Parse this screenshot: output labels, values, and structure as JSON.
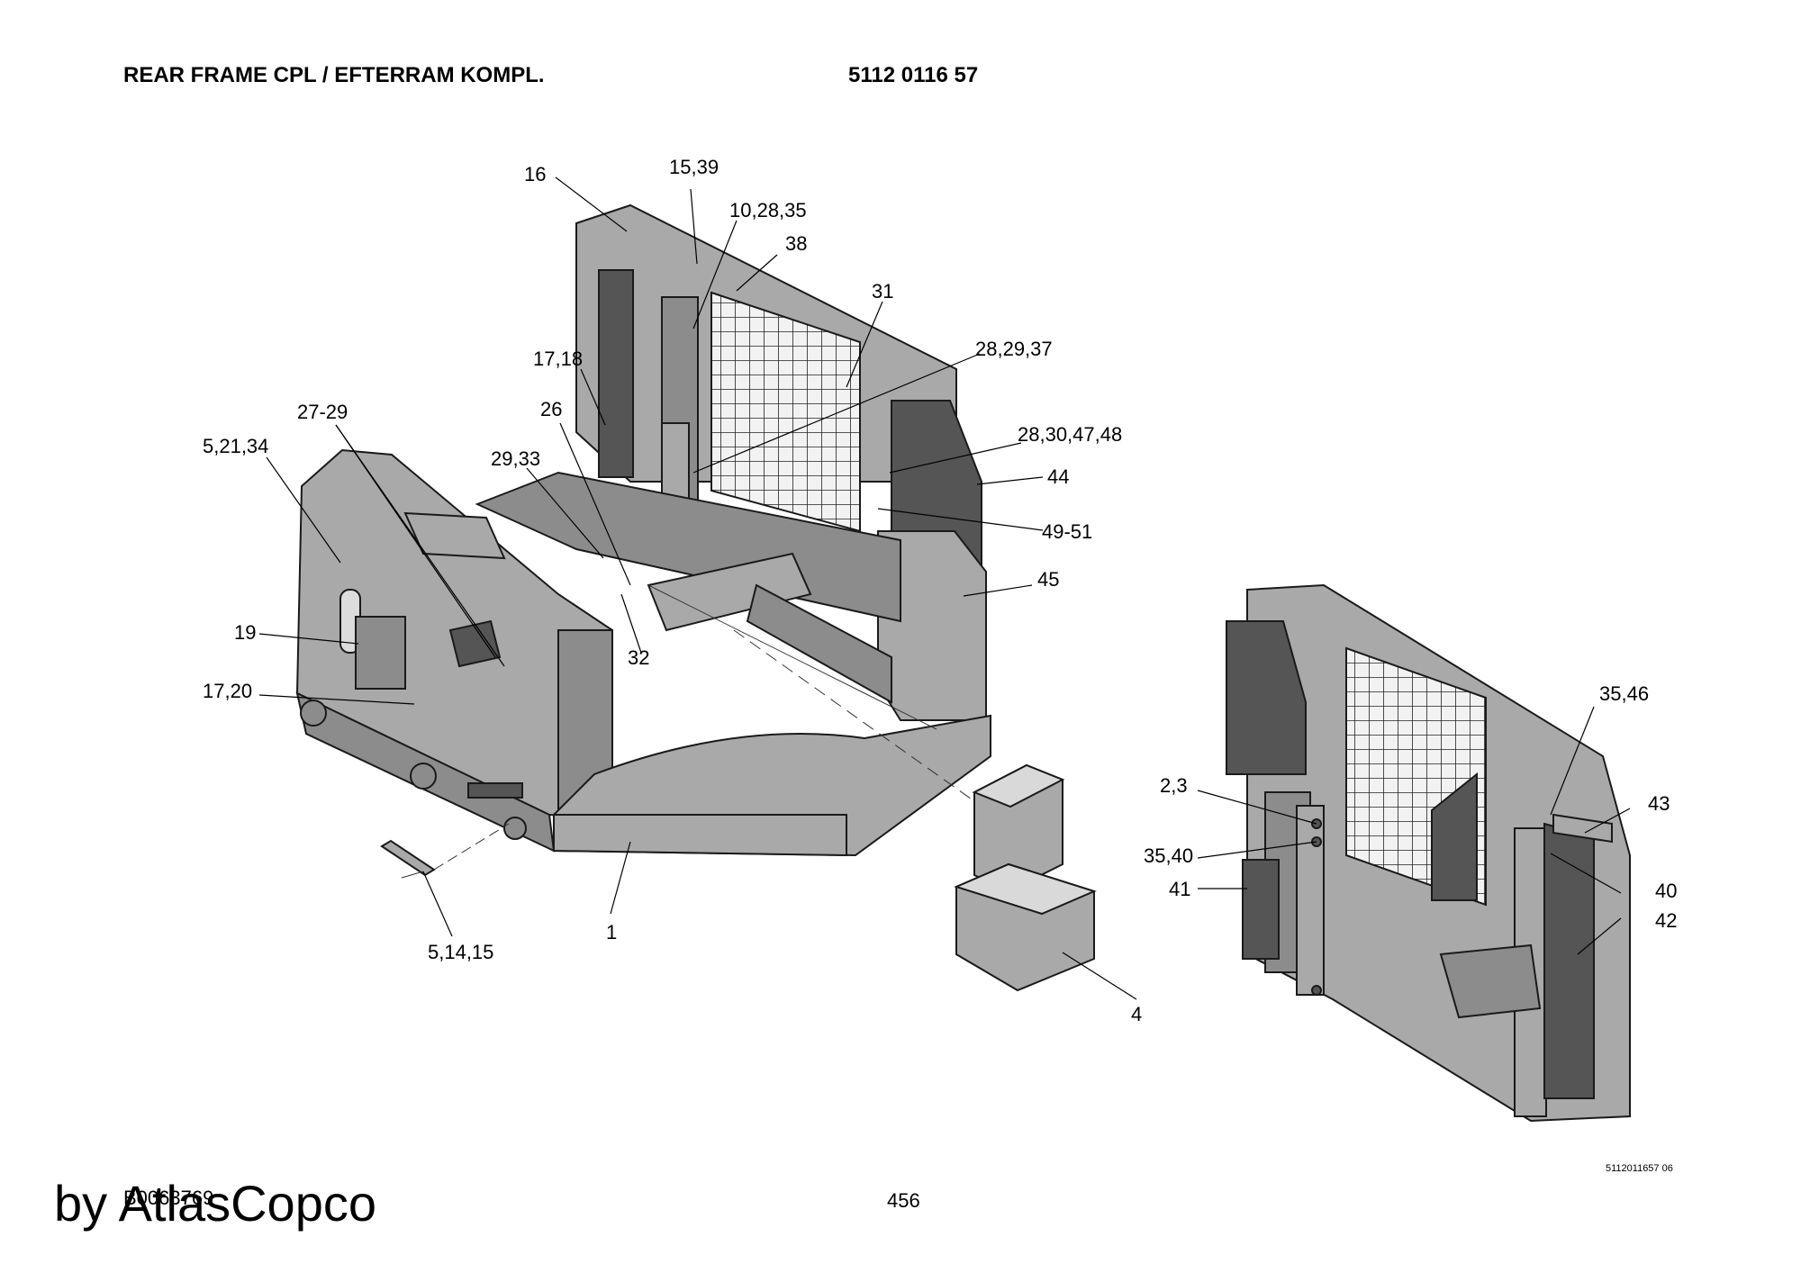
{
  "header": {
    "title": "REAR FRAME CPL / EFTERRAM KOMPL.",
    "part_number": "5112 0116 57"
  },
  "callouts": [
    "16",
    "15,39",
    "10,28,35",
    "38",
    "31",
    "17,18",
    "28,29,37",
    "27-29",
    "26",
    "5,21,34",
    "29,33",
    "28,30,47,48",
    "44",
    "49-51",
    "45",
    "19",
    "32",
    "17,20",
    "35,46",
    "2,3",
    "43",
    "35,40",
    "41",
    "40",
    "42",
    "1",
    "5,14,15",
    "4"
  ],
  "footer": {
    "drawing_code": "5112011657 06",
    "doc_ref": "B0063769",
    "page": "456"
  },
  "watermark": "by AtlasCopco"
}
